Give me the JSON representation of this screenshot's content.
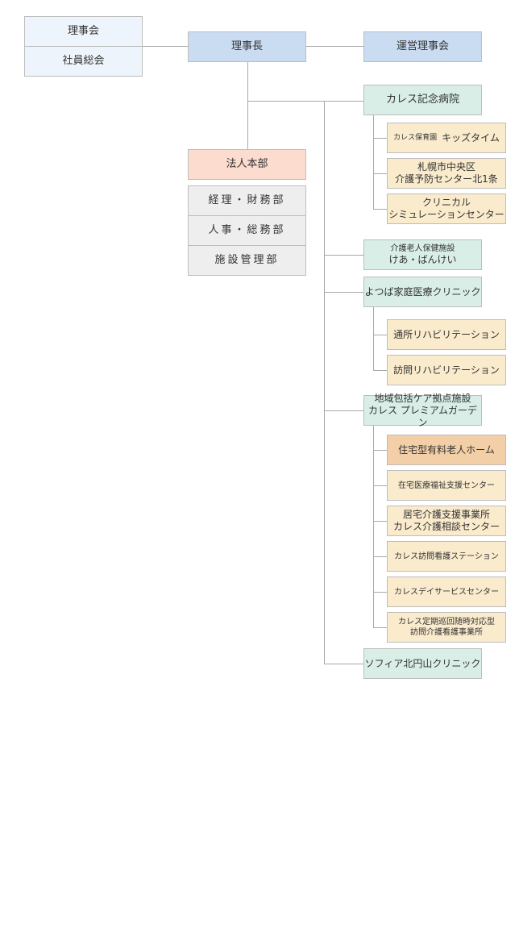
{
  "colors": {
    "board": "#eef4fb",
    "executive": "#c9dcf2",
    "headquarters": "#fcdcce",
    "department": "#eeeeee",
    "facility": "#d8eee7",
    "sub_facility": "#faebcd",
    "highlight_facility": "#f2cfa6",
    "connector": "#a8a8a8"
  },
  "board": {
    "directors": "理事会",
    "members": "社員総会"
  },
  "chairman": "理事長",
  "management_board": "運営理事会",
  "headquarters": {
    "title": "法人本部",
    "departments": [
      "経理・財務部",
      "人事・総務部",
      "施設管理部"
    ]
  },
  "hospital": {
    "name": "カレス記念病院",
    "units": [
      {
        "prefix": "カレス保育園",
        "name": "キッズタイム"
      },
      {
        "line1": "札幌市中央区",
        "line2": "介護予防センター北1条"
      },
      {
        "line1": "クリニカル",
        "line2": "シミュレーションセンター"
      }
    ]
  },
  "keah": {
    "line1": "介護老人保健施設",
    "line2": "けあ・ばんけい"
  },
  "yotsuba": {
    "name": "よつば家庭医療クリニック",
    "units": [
      "通所リハビリテーション",
      "訪問リハビリテーション"
    ]
  },
  "premium": {
    "line1": "地域包括ケア拠点施設",
    "line2": "カレス プレミアムガーデン",
    "units": [
      {
        "label": "住宅型有料老人ホーム"
      },
      {
        "label": "在宅医療福祉支援センター"
      },
      {
        "line1": "居宅介護支援事業所",
        "line2": "カレス介護相談センター"
      },
      {
        "label": "カレス訪問看護ステーション"
      },
      {
        "label": "カレスデイサービスセンター"
      },
      {
        "line1": "カレス定期巡回随時対応型",
        "line2": "訪問介護看護事業所"
      }
    ]
  },
  "sophia": "ソフィア北円山クリニック"
}
